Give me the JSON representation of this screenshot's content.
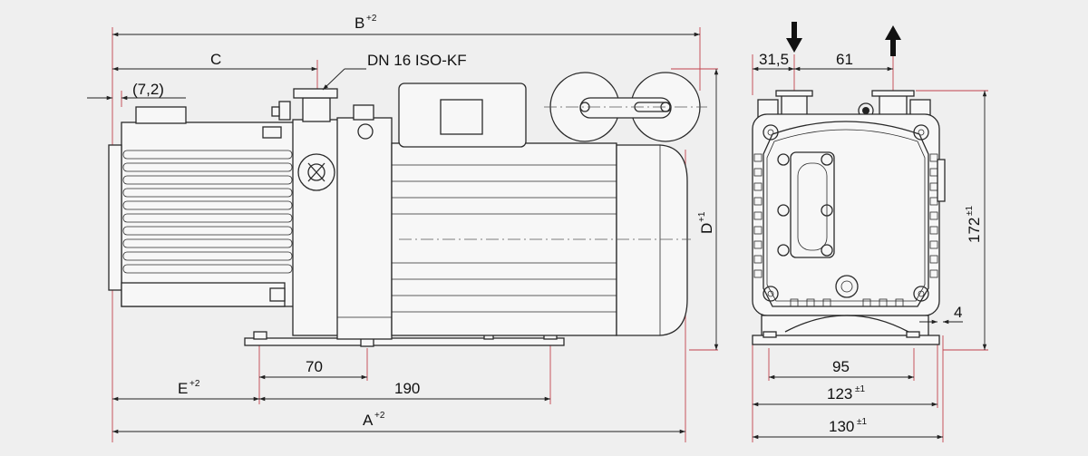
{
  "labels": {
    "B": "B",
    "B_tol": "+2",
    "C": "C",
    "flange": "DN 16 ISO-KF",
    "offset": "(7,2)",
    "D": "D",
    "D_tol": "+1",
    "E": "E",
    "E_tol": "+2",
    "A": "A",
    "A_tol": "+2",
    "dim_70": "70",
    "dim_190": "190",
    "dim_31_5": "31,5",
    "dim_61": "61",
    "dim_4": "4",
    "dim_95": "95",
    "dim_123": "123",
    "dim_123_tol": "±1",
    "dim_130": "130",
    "dim_130_tol": "±1",
    "dim_172": "172",
    "dim_172_tol": "±1"
  },
  "colors": {
    "background": "#efefef",
    "line": "#2a2a2a",
    "extension_line": "#c2424c"
  },
  "icons": {
    "inlet_arrow": "arrow-down-icon",
    "outlet_arrow": "arrow-up-icon"
  }
}
